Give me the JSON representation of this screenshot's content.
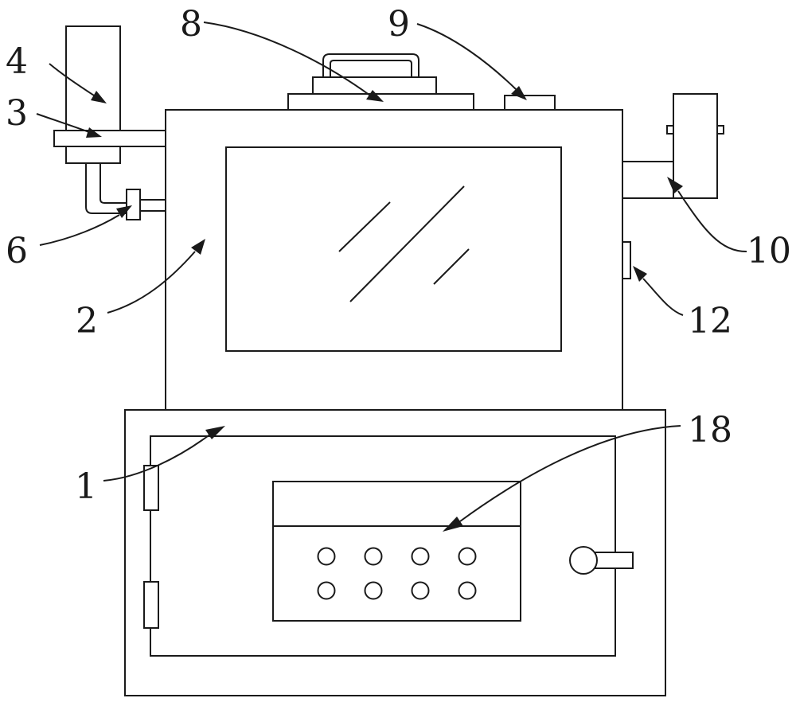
{
  "labels": {
    "l1": "1",
    "l2": "2",
    "l3": "3",
    "l4": "4",
    "l6": "6",
    "l8": "8",
    "l9": "9",
    "l10": "10",
    "l12": "12",
    "l18": "18"
  },
  "colors": {
    "stroke": "#1a1a1a",
    "background": "#ffffff"
  },
  "panel_buttons": {
    "rows": 2,
    "columns": 4
  }
}
